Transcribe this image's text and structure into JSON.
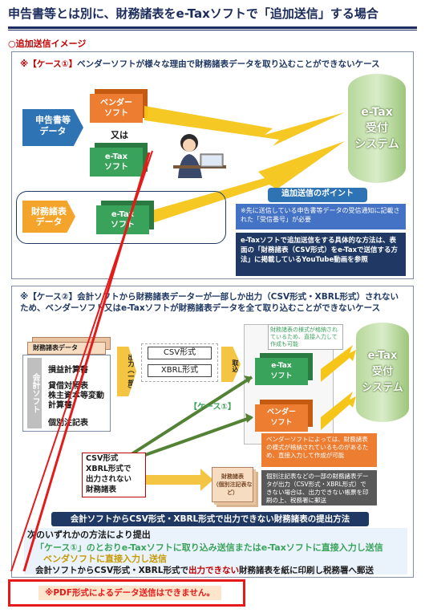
{
  "title": "申告書等とは別に、財務諸表をe-Taxソフトで「追加送信」する場合",
  "section_label": "○追加送信イメージ",
  "case1": {
    "heading_prefix": "※【ケース①】",
    "heading_text": "ベンダーソフトが様々な理由で財務諸表データを取り込むことができないケース",
    "arrow_filing": "申告書等\nデータ",
    "vendor_soft": "ベンダー\nソフト",
    "or_label": "又は",
    "etax_soft": "e-Tax\nソフト",
    "arrow_financial": "財務諸表\nデータ",
    "etax_soft2": "e-Tax\nソフト",
    "system": "e-Tax\n受付\nシステム",
    "point_title": "追加送信のポイント",
    "point_text": "※先に送信している申告書等データの受信通知に記載された「受信番号」が必要",
    "howto_text": "e-Taxソフトで追加送信をする具体的な方法は、表面の「財務諸表（CSV形式）をe-Taxで送信する方法」に掲載しているYouTube動画を参照"
  },
  "case2": {
    "heading": "※【ケース②】会計ソフトから財務諸表データーが一部しか出力（CSV形式・XBRL形式）されないため、ベンダーソフト又はe-Taxソフトが財務諸表データを全て取り込むことができないケース",
    "fs_tab": "財務諸表データ",
    "acct_soft": "会計ソフト",
    "items": [
      "損益計算書",
      "貸借対照表",
      "株主資本等変動計算書",
      "個別注記表"
    ],
    "output_label": "出力（一部）",
    "csv": "CSV形式",
    "xbrl": "XBRL形式",
    "import_label": "取込",
    "case1_link": "【ケース①】",
    "etax_soft": "e-Tax\nソフト",
    "vendor_soft": "ベンダー\nソフト",
    "system": "e-Tax\n受付\nシステム",
    "note_green": "財務諸表の様式が格納されているため、直接入力して作成も可能",
    "note_orange": "ベンダーソフトによっては、財務諸表の様式が格納されているものがあるため、直接入力して作成が可能",
    "note_gray": "個別注記表などの一部の財務諸表データが出力（CSV形式・XBRL形式）できない場合は、出力できない帳票を印刷の上、税務署に郵送",
    "cannot_output_box": "CSV形式\nXBRL形式で\n出力されない\n財務諸表",
    "paper_label": "財務諸表\n（個別注記表など）",
    "method_band": "会計ソフトからCSV形式・XBRL形式で出力できない財務諸表の提出方法",
    "method_intro": "次のいずれかの方法により提出",
    "method1": "「ケース①」のとおりe-Taxソフトに取り込み送信またはe-Taxソフトに直接入力し送信",
    "method1b": "ベンダソフトに直接入力し送信",
    "method2_prefix": "会計ソフトからCSV形式・XBRL形式で",
    "method2_red": "出力できない",
    "method2_suffix": "財務諸表を紙に印刷し税務署へ郵送"
  },
  "notice": "※PDF形式によるデータ送信はできません。",
  "colors": {
    "navy": "#1f3864",
    "accent_red": "#e31b1b",
    "orange": "#ed7d31",
    "green": "#3aa35b",
    "blue": "#2e74b5"
  }
}
